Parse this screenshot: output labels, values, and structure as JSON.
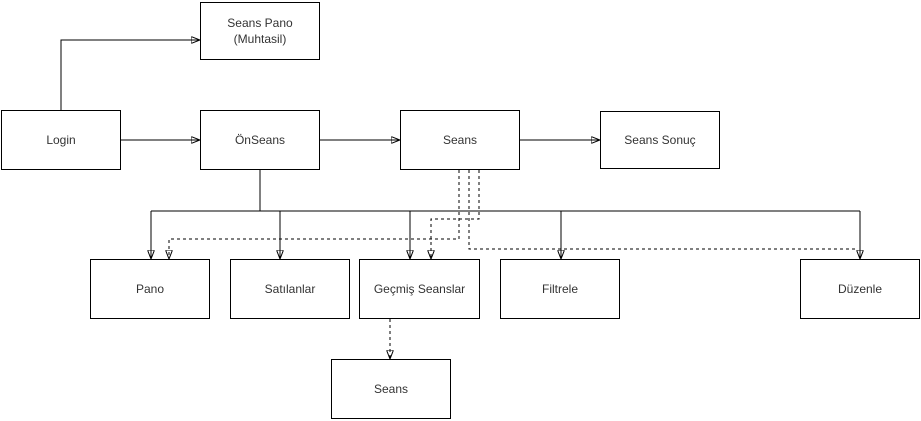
{
  "diagram": {
    "type": "flowchart",
    "colors": {
      "node_fill": "#ffffff",
      "node_stroke": "#000000",
      "edge_stroke": "#000000",
      "text": "#333333",
      "background": "#ffffff"
    },
    "nodes": {
      "seans_pano": {
        "label_line1": "Seans Pano",
        "label_line2": "(Muhtasil)"
      },
      "login": {
        "label": "Login"
      },
      "onseans": {
        "label": "ÖnSeans"
      },
      "seans": {
        "label": "Seans"
      },
      "seans_sonuc": {
        "label": "Seans Sonuç"
      },
      "pano": {
        "label": "Pano"
      },
      "satilanlar": {
        "label": "Satılanlar"
      },
      "gecmis_seanslar": {
        "label": "Geçmiş Seanslar"
      },
      "filtrele": {
        "label": "Filtrele"
      },
      "duzenle": {
        "label": "Düzenle"
      },
      "seans_detail": {
        "label": "Seans"
      }
    },
    "edges": [
      {
        "from": "login",
        "to": "seans_pano",
        "style": "solid",
        "arrow": true
      },
      {
        "from": "login",
        "to": "onseans",
        "style": "solid",
        "arrow": true
      },
      {
        "from": "onseans",
        "to": "seans",
        "style": "solid",
        "arrow": true
      },
      {
        "from": "seans",
        "to": "seans_sonuc",
        "style": "solid",
        "arrow": true
      },
      {
        "from": "onseans",
        "to": "pano",
        "style": "solid",
        "arrow": true
      },
      {
        "from": "onseans",
        "to": "satilanlar",
        "style": "solid",
        "arrow": true
      },
      {
        "from": "onseans",
        "to": "gecmis_seanslar",
        "style": "solid",
        "arrow": true
      },
      {
        "from": "onseans",
        "to": "filtrele",
        "style": "solid",
        "arrow": true
      },
      {
        "from": "onseans",
        "to": "duzenle",
        "style": "solid",
        "arrow": true
      },
      {
        "from": "seans",
        "to": "pano",
        "style": "dashed",
        "arrow": true
      },
      {
        "from": "seans",
        "to": "gecmis_seanslar",
        "style": "dashed",
        "arrow": true
      },
      {
        "from": "seans",
        "to": "duzenle",
        "style": "dashed",
        "arrow": true
      },
      {
        "from": "gecmis_seanslar",
        "to": "seans_detail",
        "style": "dashed",
        "arrow": true
      }
    ]
  }
}
